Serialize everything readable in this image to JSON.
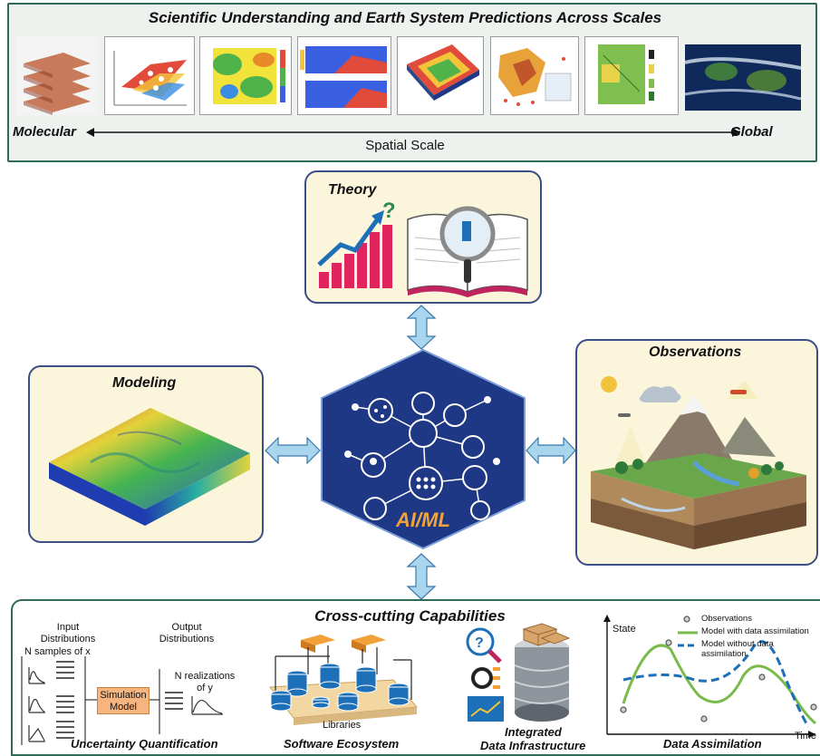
{
  "scale_panel": {
    "title": "Scientific Understanding and Earth System Predictions Across Scales",
    "left_label": "Molecular",
    "right_label": "Global",
    "axis_label": "Spatial Scale"
  },
  "theory": {
    "title": "Theory"
  },
  "modeling": {
    "title": "Modeling"
  },
  "observations": {
    "title": "Observations"
  },
  "center": {
    "label": "AI/ML"
  },
  "cross": {
    "title": "Cross-cutting Capabilities",
    "uq": {
      "input_label": "Input Distributions",
      "input_samples": "N samples of x",
      "output_label": "Output Distributions",
      "model_label": "Simulation Model",
      "realizations": "N realizations of y",
      "title": "Uncertainty Quantification"
    },
    "software": {
      "libraries": "Libraries",
      "title": "Software Ecosystem"
    },
    "data_infra": {
      "title_line1": "Integrated",
      "title_line2": "Data Infrastructure"
    },
    "da": {
      "state": "State",
      "time": "Time",
      "legend_obs": "Observations",
      "legend_with": "Model with data assimilation",
      "legend_without": "Model without data assimilation",
      "title": "Data Assimilation"
    }
  },
  "colors": {
    "frame_green": "#2f6b57",
    "card_blue": "#3c4e86",
    "hex_navy": "#1f3885",
    "ai_orange": "#f2a33a",
    "arrow_blue": "#a9d6ee"
  }
}
